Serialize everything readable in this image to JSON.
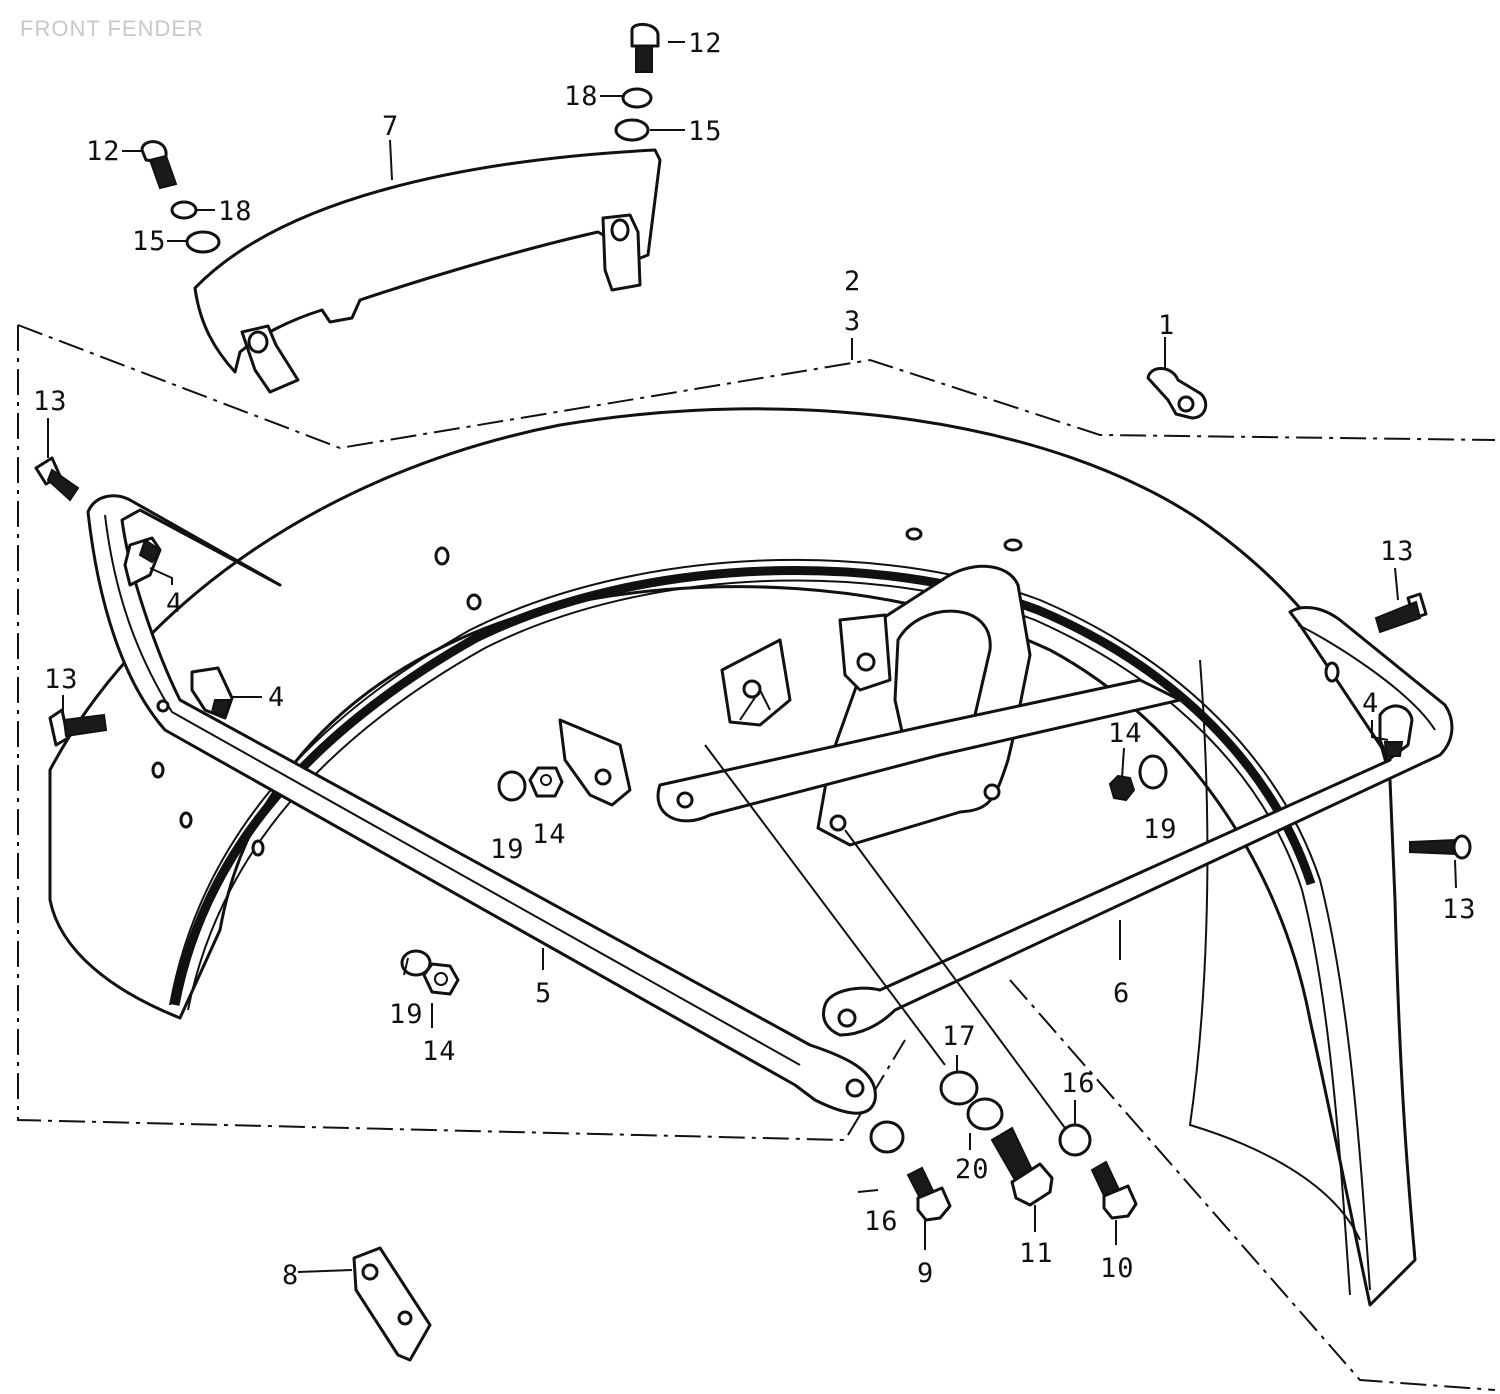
{
  "title": "FRONT FENDER",
  "callouts": [
    {
      "id": "c12a",
      "text": "12"
    },
    {
      "id": "c18a",
      "text": "18"
    },
    {
      "id": "c15a",
      "text": "15"
    },
    {
      "id": "c7",
      "text": "7"
    },
    {
      "id": "c12b",
      "text": "12"
    },
    {
      "id": "c18b",
      "text": "18"
    },
    {
      "id": "c15b",
      "text": "15"
    },
    {
      "id": "c2",
      "text": "2"
    },
    {
      "id": "c3",
      "text": "3"
    },
    {
      "id": "c1",
      "text": "1"
    },
    {
      "id": "c13a",
      "text": "13"
    },
    {
      "id": "c4a",
      "text": "4"
    },
    {
      "id": "c13b",
      "text": "13"
    },
    {
      "id": "c4b",
      "text": "4"
    },
    {
      "id": "c13c",
      "text": "13"
    },
    {
      "id": "c4c",
      "text": "4"
    },
    {
      "id": "c14a",
      "text": "14"
    },
    {
      "id": "c19a",
      "text": "19"
    },
    {
      "id": "c13d",
      "text": "13"
    },
    {
      "id": "c19b",
      "text": "19"
    },
    {
      "id": "c14b",
      "text": "14"
    },
    {
      "id": "c19c",
      "text": "19"
    },
    {
      "id": "c14c",
      "text": "14"
    },
    {
      "id": "c5",
      "text": "5"
    },
    {
      "id": "c6",
      "text": "6"
    },
    {
      "id": "c17",
      "text": "17"
    },
    {
      "id": "c16a",
      "text": "16"
    },
    {
      "id": "c20",
      "text": "20"
    },
    {
      "id": "c16b",
      "text": "16"
    },
    {
      "id": "c9",
      "text": "9"
    },
    {
      "id": "c11",
      "text": "11"
    },
    {
      "id": "c10",
      "text": "10"
    },
    {
      "id": "c8",
      "text": "8"
    }
  ]
}
